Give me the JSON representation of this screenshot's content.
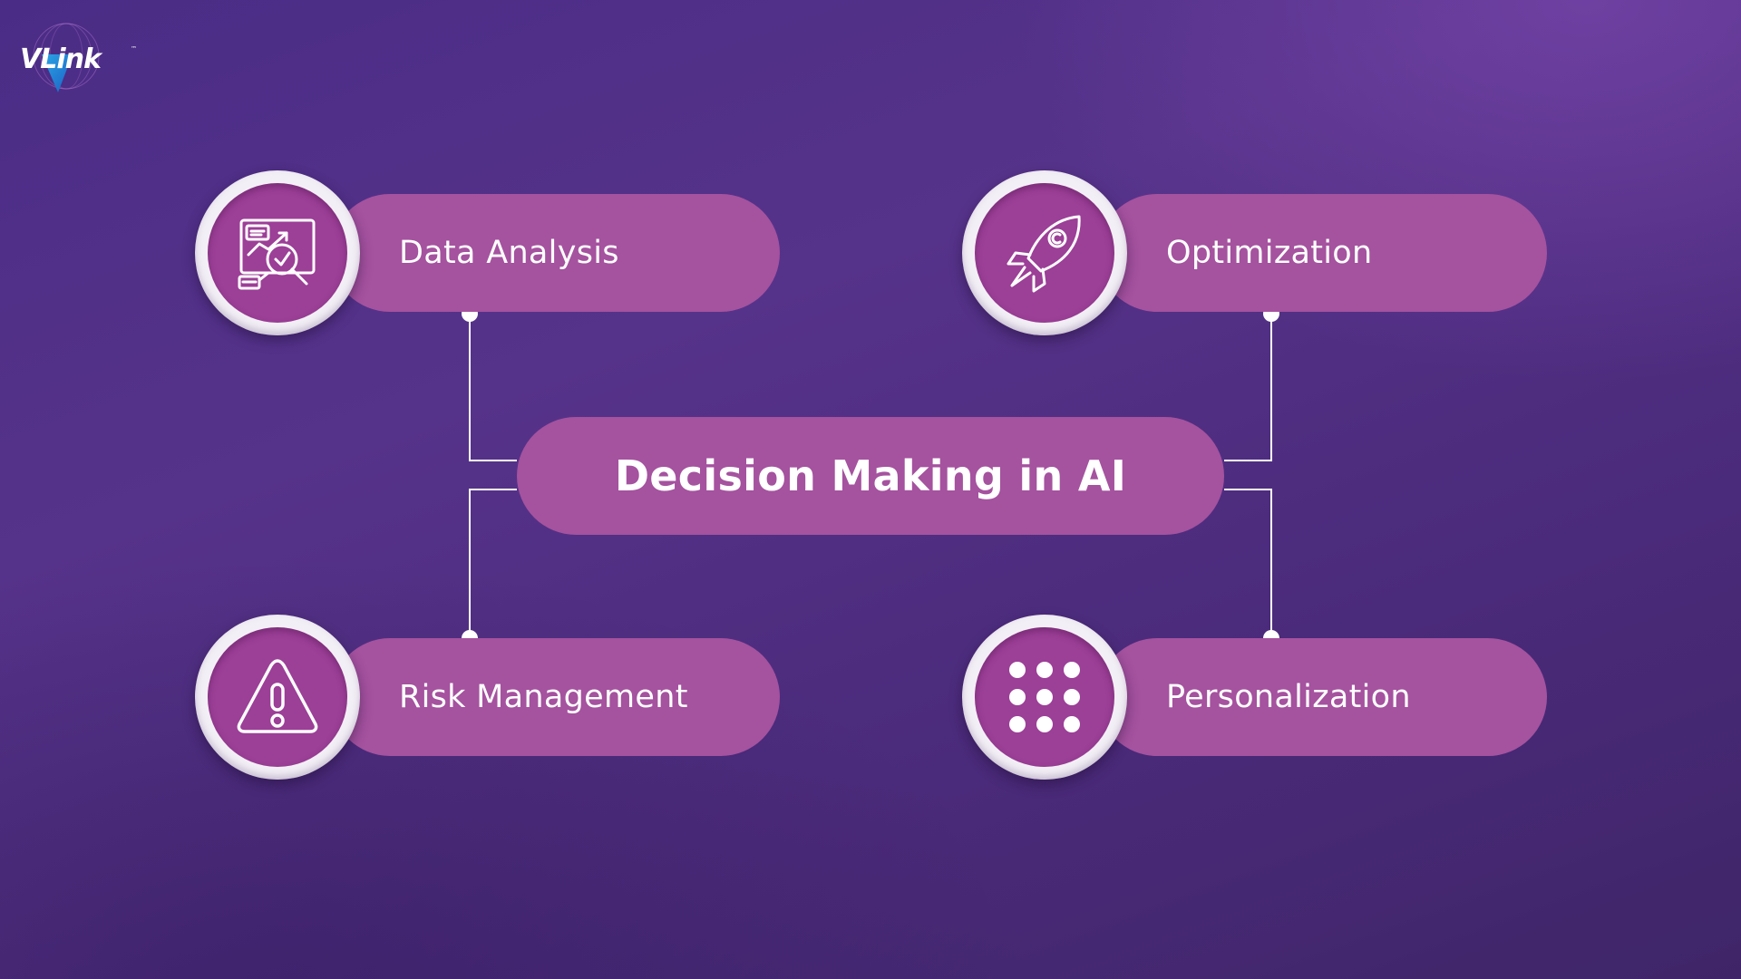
{
  "brand": {
    "logo_text": "VLink",
    "trademark": "™"
  },
  "diagram": {
    "center_title": "Decision Making in AI",
    "nodes": [
      {
        "id": "data",
        "label": "Data Analysis",
        "icon": "data-analysis-icon"
      },
      {
        "id": "opt",
        "label": "Optimization",
        "icon": "rocket-icon"
      },
      {
        "id": "risk",
        "label": "Risk Management",
        "icon": "warning-icon"
      },
      {
        "id": "pers",
        "label": "Personalization",
        "icon": "dots-grid-icon"
      }
    ]
  },
  "colors": {
    "background": "#4f2f86",
    "pill": "#a5529f",
    "icon_disc": "#9c3f97",
    "ring": "#f3eff6",
    "text": "#ffffff"
  }
}
